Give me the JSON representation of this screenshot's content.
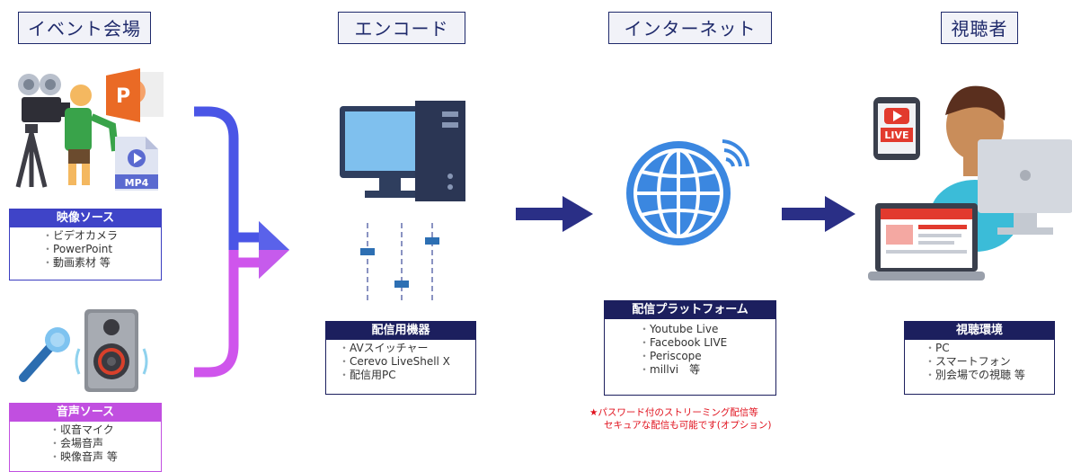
{
  "headers": {
    "venue": "イベント会場",
    "encode": "エンコード",
    "internet": "インターネット",
    "viewer": "視聴者"
  },
  "video_source": {
    "title": "映像ソース",
    "items": [
      "ビデオカメラ",
      "PowerPoint",
      "動画素材 等"
    ]
  },
  "audio_source": {
    "title": "音声ソース",
    "items": [
      "収音マイク",
      "会場音声",
      "映像音声 等"
    ]
  },
  "encoder": {
    "title": "配信用機器",
    "items": [
      "AVスイッチャー",
      "Cerevo LiveShell X",
      "配信用PC"
    ]
  },
  "platform": {
    "title": "配信プラットフォーム",
    "items": [
      "Youtube Live",
      "Facebook LIVE",
      "Periscope",
      "millvi　等"
    ]
  },
  "viewing": {
    "title": "視聴環境",
    "items": [
      "PC",
      "スマートフォン",
      "別会場での視聴 等"
    ]
  },
  "note": {
    "line1": "★パスワード付のストリーミング配信等",
    "line2": "セキュアな配信も可能です(オプション)"
  },
  "icon_labels": {
    "ppt": "P",
    "mp4": "MP4",
    "live": "LIVE"
  },
  "colors": {
    "video_accent": "#3f44c8",
    "audio_accent": "#c14fe0",
    "navy": "#1c1f5e",
    "arrow": "#2a2f86",
    "note_red": "#e0101c"
  }
}
